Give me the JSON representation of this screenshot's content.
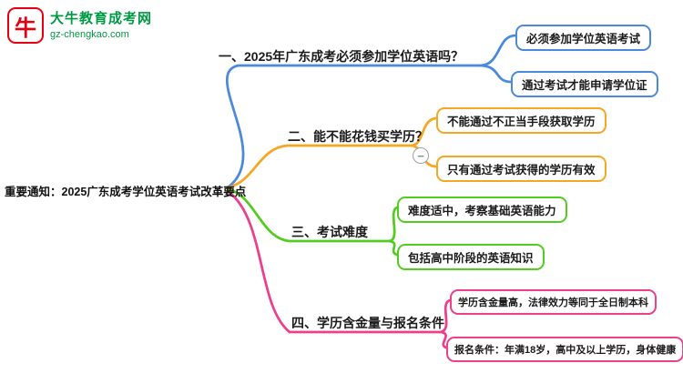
{
  "logo": {
    "icon": "bull-icon",
    "icon_glyph": "牛",
    "site_name": "大牛教育成考网",
    "site_url": "gz-chengkao.com",
    "brand_red": "#e60012",
    "brand_green": "#009944"
  },
  "root": {
    "label": "重要通知：2025广东成考学位英语考试改革要点"
  },
  "branches": [
    {
      "label": "一、2025年广东成考必须参加学位英语吗？",
      "color": "#4a89dc",
      "children": [
        "必须参加学位英语考试",
        "通过考试才能申请学位证"
      ]
    },
    {
      "label": "二、能不能花钱买学历？",
      "color": "#f5a623",
      "collapse_icon": "−",
      "children": [
        "不能通过不正当手段获取学历",
        "只有通过考试获得的学历有效"
      ]
    },
    {
      "label": "三、考试难度",
      "color": "#52cc1e",
      "children": [
        "难度适中，考察基础英语能力",
        "包括高中阶段的英语知识"
      ]
    },
    {
      "label": "四、学历含金量与报名条件",
      "color": "#ed3f8c",
      "children": [
        "学历含金量高，法律效力等同于全日制本科",
        "报名条件：年满18岁，高中及以上学历，身体健康"
      ]
    }
  ]
}
